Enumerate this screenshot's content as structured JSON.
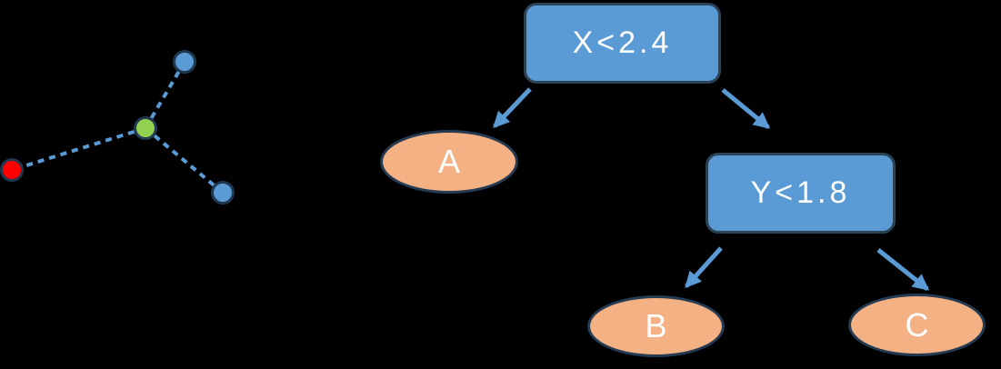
{
  "colors": {
    "background": "#000000",
    "node_fill": "#5B9BD5",
    "node_border": "#2C4255",
    "node_text": "#FFFFFF",
    "leaf_fill": "#F4B183",
    "leaf_border": "#243B53",
    "leaf_text": "#FFFFFF",
    "arrow": "#5B9BD5",
    "edge": "#5B9BD5",
    "dot_red": "#FF0000",
    "dot_green": "#92D050",
    "dot_blue": "#5B9BD5",
    "dot_border": "#1F3850"
  },
  "network": {
    "dots": [
      {
        "name": "red-dot",
        "color": "#FF0000"
      },
      {
        "name": "green-dot",
        "color": "#92D050"
      },
      {
        "name": "top-blue-dot",
        "color": "#5B9BD5"
      },
      {
        "name": "bottom-blue-dot",
        "color": "#5B9BD5"
      }
    ],
    "edge_style": "dashed",
    "edge_count": 3
  },
  "tree": {
    "root": {
      "label": "X<2.4"
    },
    "internal": {
      "label": "Y<1.8"
    },
    "leaves": [
      {
        "label": "A"
      },
      {
        "label": "B"
      },
      {
        "label": "C"
      }
    ]
  }
}
